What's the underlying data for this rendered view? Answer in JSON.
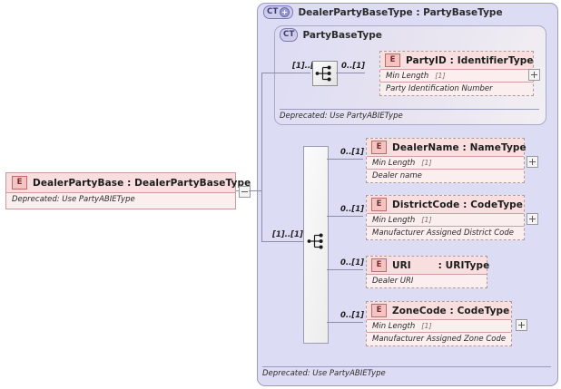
{
  "diagram": {
    "kind": "xsd-schema-diagram",
    "title": "DealerPartyBaseType : PartyBaseType"
  },
  "outer_type": {
    "badge": "CT",
    "badge_icon": "complextype-expand-icon",
    "label": "DealerPartyBaseType : PartyBaseType",
    "deprecated_note": "Deprecated: Use PartyABIEType"
  },
  "inner_type": {
    "badge": "CT",
    "badge_icon": "complextype-icon",
    "label": "PartyBaseType",
    "deprecated_note": "Deprecated: Use PartyABIEType",
    "compositor": "sequence-icon",
    "compositor_occurrence": "[1]..[1]"
  },
  "root_element": {
    "badge": "E",
    "name": "DealerPartyBase",
    "separator": ":",
    "type": "DealerPartyBaseType",
    "annotation": "Deprecated: Use PartyABIEType",
    "collapse_icon": "minus-expander-icon"
  },
  "main_compositor": {
    "icon": "sequence-icon",
    "occurrence": "[1]..[1]"
  },
  "facet_label": "Min Length",
  "elements": [
    {
      "badge": "E",
      "name": "PartyID",
      "separator": ":",
      "type": "IdentifierType",
      "occurrence": "0..[1]",
      "facet": "Min Length",
      "facet_value": "[1]",
      "annotation": "Party Identification Number",
      "expander": "plus-expander-icon"
    },
    {
      "badge": "E",
      "name": "DealerName",
      "separator": ":",
      "type": "NameType",
      "occurrence": "0..[1]",
      "facet": "Min Length",
      "facet_value": "[1]",
      "annotation": "Dealer name",
      "expander": "plus-expander-icon"
    },
    {
      "badge": "E",
      "name": "DistrictCode",
      "separator": ":",
      "type": "CodeType",
      "occurrence": "0..[1]",
      "facet": "Min Length",
      "facet_value": "[1]",
      "annotation": "Manufacturer Assigned District Code",
      "expander": "plus-expander-icon"
    },
    {
      "badge": "E",
      "name": "URI",
      "separator": ":",
      "type": "URIType",
      "occurrence": "0..[1]",
      "facet": null,
      "facet_value": null,
      "annotation": "Dealer URI",
      "expander": null
    },
    {
      "badge": "E",
      "name": "ZoneCode",
      "separator": ":",
      "type": "CodeType",
      "occurrence": "0..[1]",
      "facet": "Min Length",
      "facet_value": "[1]",
      "annotation": "Manufacturer Assigned Zone Code",
      "expander": "plus-expander-icon"
    }
  ],
  "colors": {
    "container_fill": "#dcdcf5",
    "container_border": "#9a9ac4",
    "element_fill": "#fbeeee",
    "element_head": "#f8dede",
    "element_border": "#b09a9a",
    "badge_e_fill": "#f2c4c4",
    "line": "#8d8da8"
  }
}
